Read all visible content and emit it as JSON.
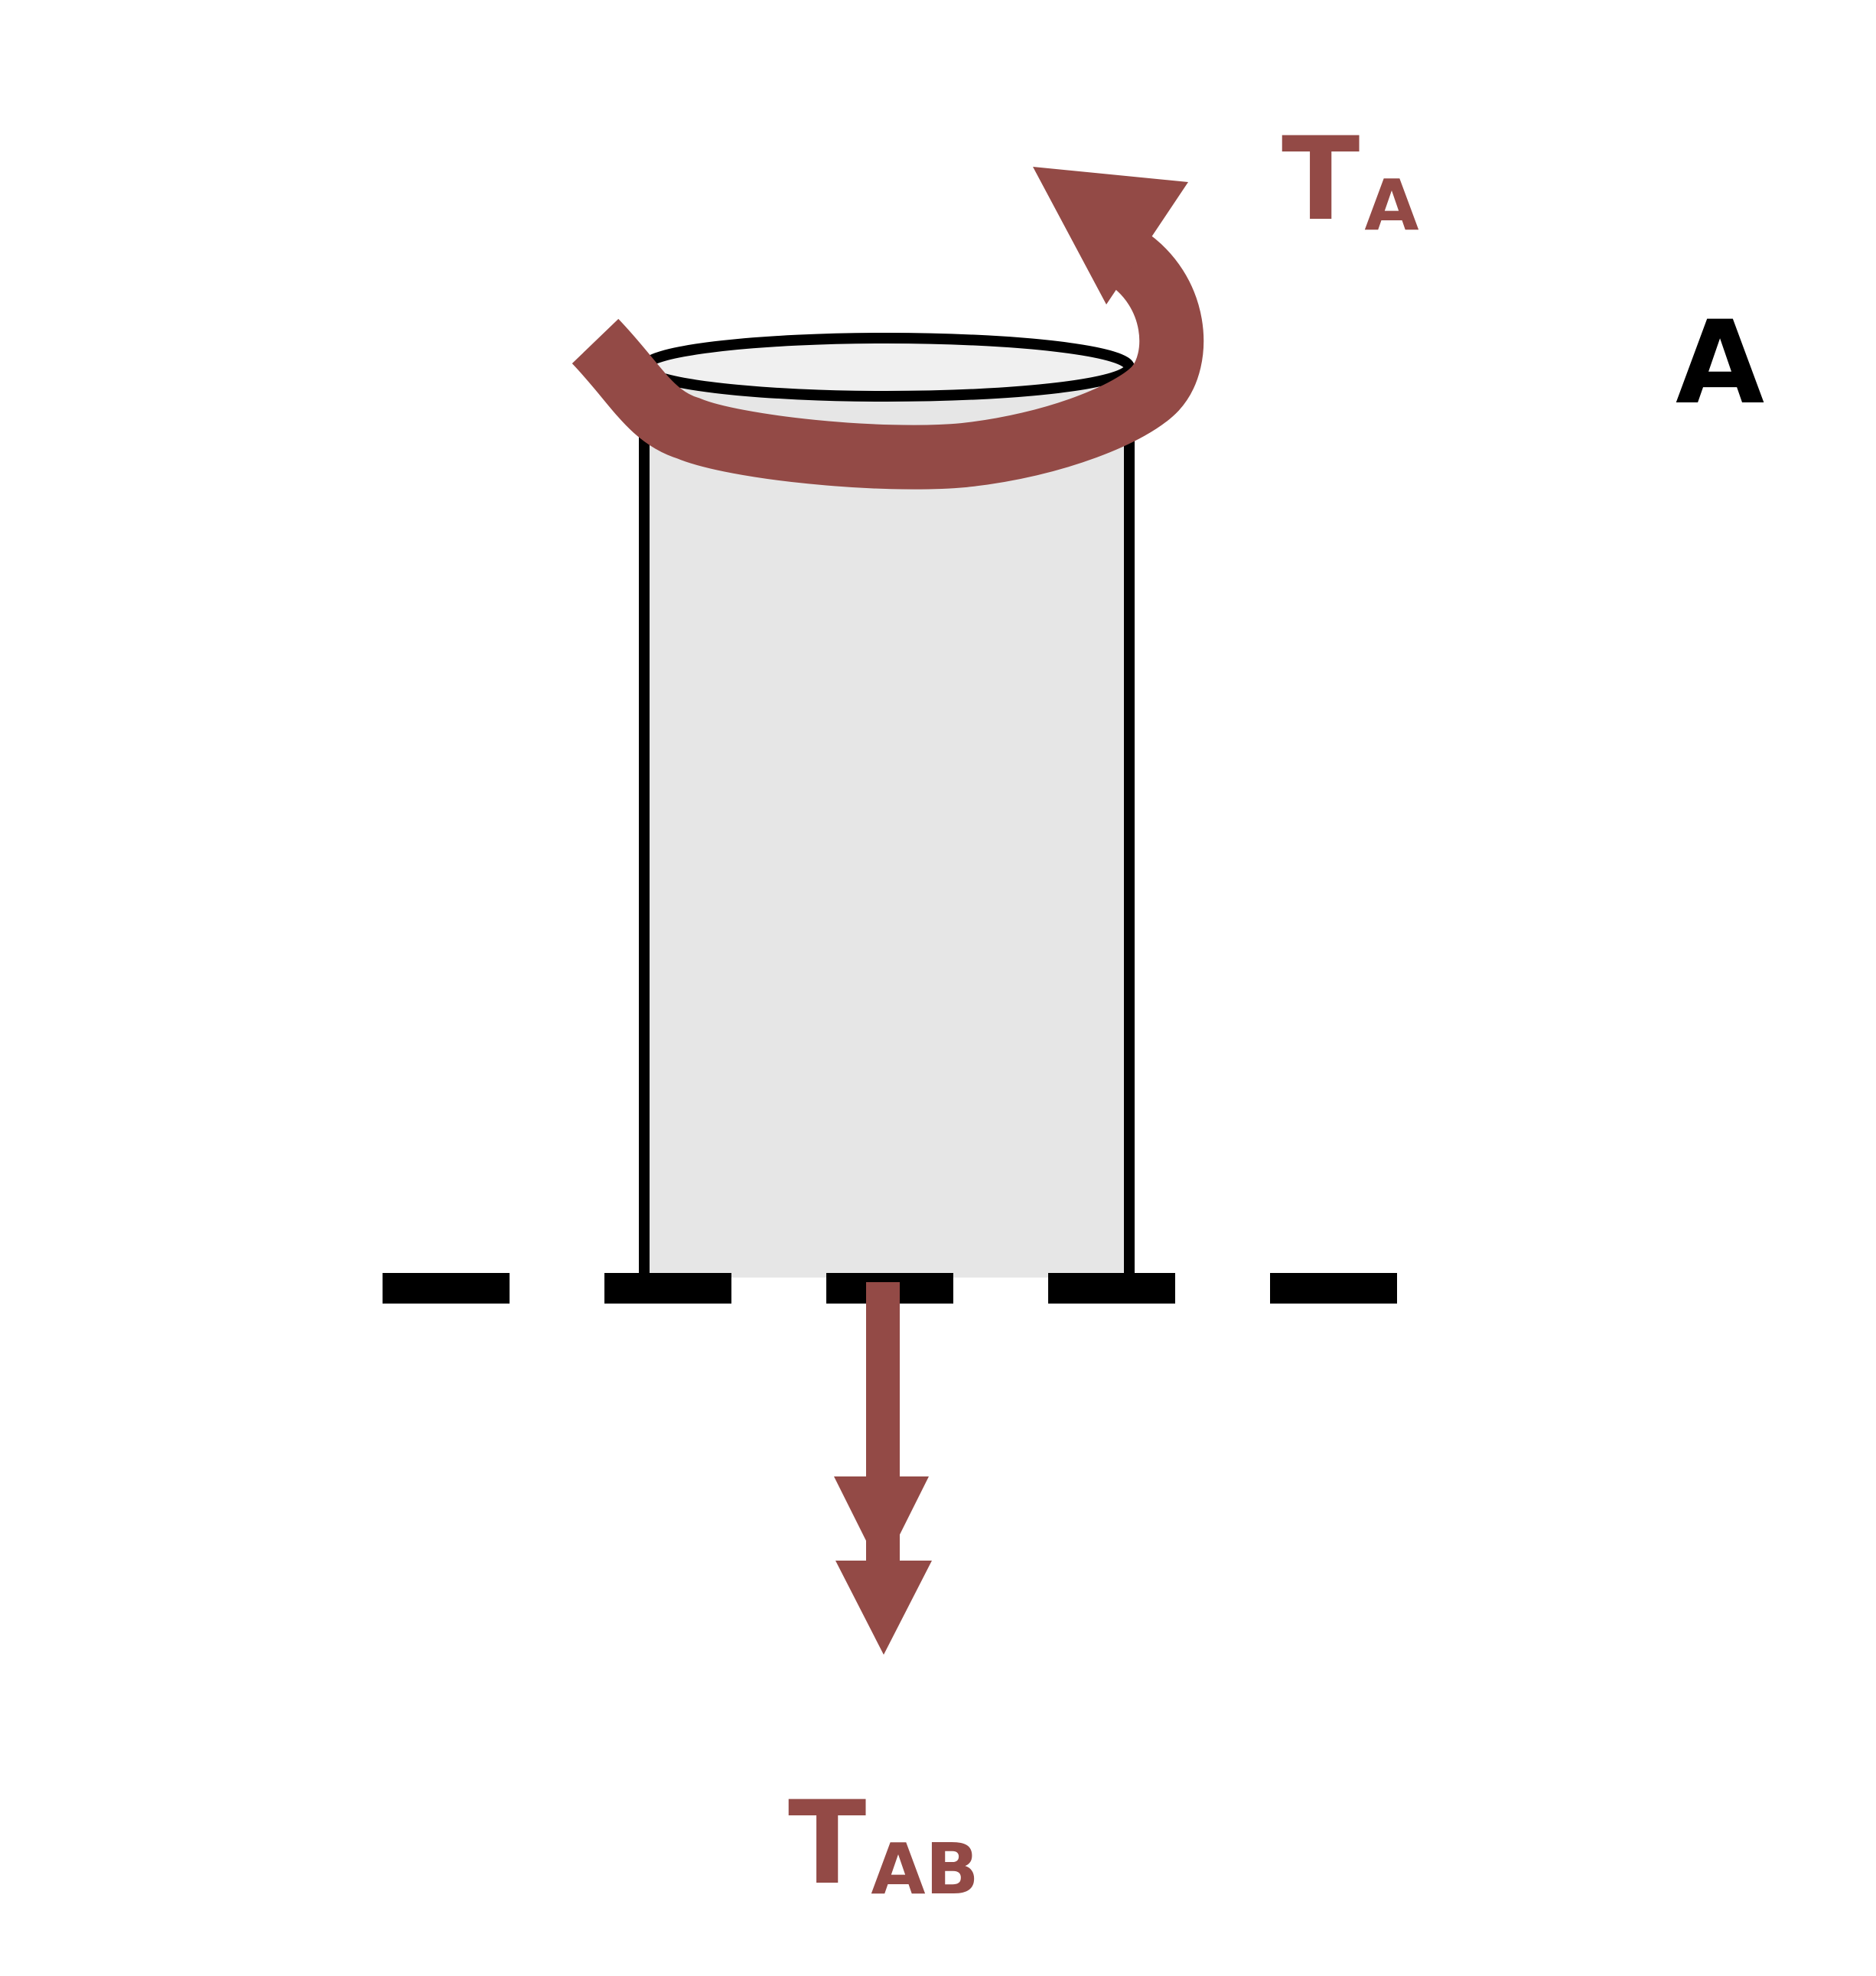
{
  "diagram": {
    "type": "free-body diagram of shaft segment under torsion",
    "colors": {
      "torque": "#934A46",
      "outline": "#000000",
      "cylinder_fill": "#E6E6E6",
      "cylinder_top_fill": "#F0F0F0",
      "background": "#FFFFFF"
    },
    "labels": {
      "applied_torque": {
        "main": "T",
        "sub": "A"
      },
      "internal_torque": {
        "main": "T",
        "sub": "AB"
      },
      "section": "A"
    },
    "elements": [
      "cylinder segment with top ellipse",
      "curved torque arrow around top (T_A)",
      "dashed cut-section line at bottom",
      "double-headed downward arrow (internal torque T_AB, vector notation)"
    ]
  }
}
